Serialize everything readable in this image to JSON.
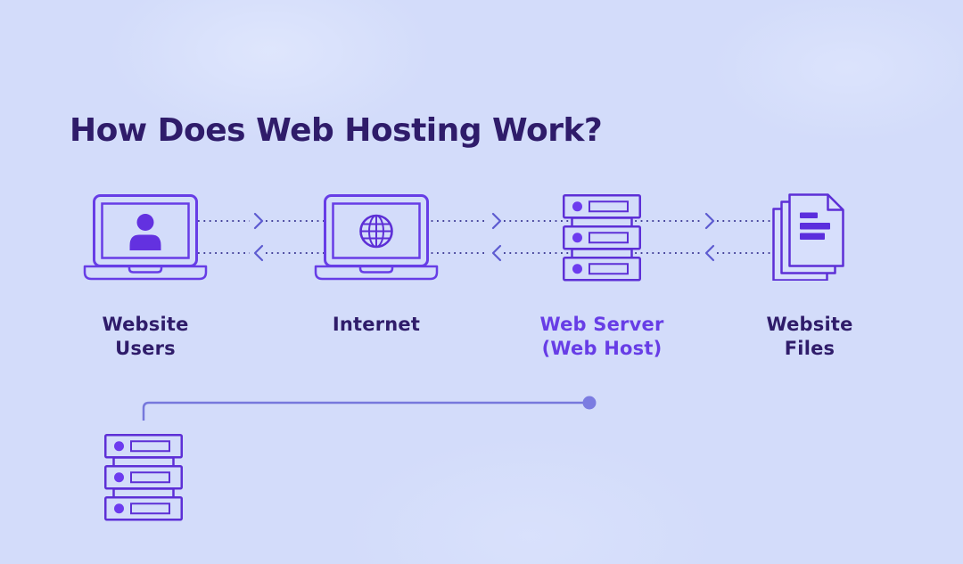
{
  "title": "How Does Web Hosting Work?",
  "diagram": {
    "nodes": [
      {
        "id": "website-users",
        "icon": "laptop-user-icon",
        "label_line1": "Website",
        "label_line2": "Users"
      },
      {
        "id": "internet",
        "icon": "laptop-globe-icon",
        "label_line1": "Internet",
        "label_line2": ""
      },
      {
        "id": "web-server",
        "icon": "server-rack-icon",
        "label_line1": "Web Server",
        "label_line2": "(Web Host)"
      },
      {
        "id": "website-files",
        "icon": "documents-icon",
        "label_line1": "Website",
        "label_line2": "Files"
      }
    ],
    "arrows": {
      "style": "dotted",
      "top_row_direction": "right",
      "bottom_row_direction": "left"
    }
  },
  "colors": {
    "background": "#d3dcfa",
    "title_text": "#2f1c6a",
    "label_text": "#2f1c6a",
    "accent_purple": "#673de6",
    "icon_stroke": "#5d2fd6",
    "arrow_dots": "#45439b",
    "arrow_chevron": "#5d5bd0",
    "connector_line": "#7678dc",
    "connector_dot": "#7b7ce1"
  }
}
